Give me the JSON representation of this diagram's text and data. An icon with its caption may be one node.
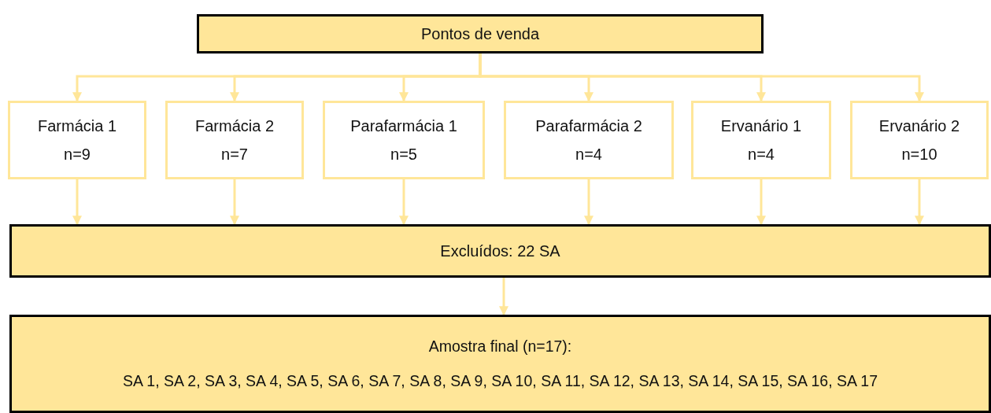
{
  "diagram": {
    "nodes": [
      {
        "text": [
          "Pontos de venda"
        ]
      },
      {
        "text": [
          "Farmácia 1",
          "n=9"
        ]
      },
      {
        "text": [
          "Farmácia 2",
          "n=7"
        ]
      },
      {
        "text": [
          "Parafarmácia 1",
          "n=5"
        ]
      },
      {
        "text": [
          "Parafarmácia 2",
          "n=4"
        ]
      },
      {
        "text": [
          "Ervanário 1",
          "n=4"
        ]
      },
      {
        "text": [
          "Ervanário 2",
          "n=10"
        ]
      },
      {
        "text": [
          "Excluídos: 22 SA"
        ]
      },
      {
        "text": [
          "Amostra final (n=17):",
          "SA 1, SA 2, SA 3, SA 4, SA 5, SA 6, SA 7, SA 8, SA 9, SA 10, SA 11, SA 12, SA 13, SA 14, SA 15, SA 16, SA 17"
        ]
      }
    ],
    "edges": [
      {
        "from": 0,
        "to": 1,
        "arrow": "to"
      },
      {
        "from": 0,
        "to": 2,
        "arrow": "to"
      },
      {
        "from": 0,
        "to": 3,
        "arrow": "to"
      },
      {
        "from": 0,
        "to": 4,
        "arrow": "to"
      },
      {
        "from": 0,
        "to": 5,
        "arrow": "to"
      },
      {
        "from": 0,
        "to": 6,
        "arrow": "to"
      },
      {
        "from": 1,
        "to": 7,
        "arrow": "to"
      },
      {
        "from": 2,
        "to": 7,
        "arrow": "to"
      },
      {
        "from": 3,
        "to": 7,
        "arrow": "to"
      },
      {
        "from": 4,
        "to": 7,
        "arrow": "to"
      },
      {
        "from": 5,
        "to": 7,
        "arrow": "to"
      },
      {
        "from": 6,
        "to": 7,
        "arrow": "to"
      },
      {
        "from": 7,
        "to": 8,
        "arrow": "to"
      }
    ]
  }
}
